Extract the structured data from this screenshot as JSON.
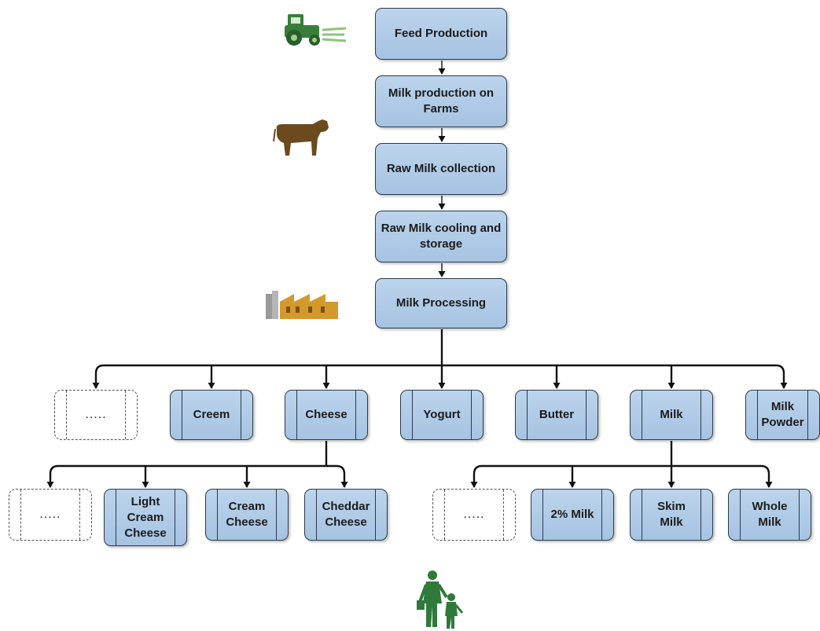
{
  "process_chain": [
    {
      "label": "Feed Production"
    },
    {
      "label": "Milk production on Farms"
    },
    {
      "label": "Raw Milk collection"
    },
    {
      "label": "Raw Milk cooling and storage"
    },
    {
      "label": "Milk Processing"
    }
  ],
  "products": [
    {
      "label": "....."
    },
    {
      "label": "Creem"
    },
    {
      "label": "Cheese"
    },
    {
      "label": "Yogurt"
    },
    {
      "label": "Butter"
    },
    {
      "label": "Milk"
    },
    {
      "label": "Milk Powder"
    }
  ],
  "cheese_types": [
    {
      "label": "....."
    },
    {
      "label": "Light Cream Cheese"
    },
    {
      "label": "Cream Cheese"
    },
    {
      "label": "Cheddar Cheese"
    }
  ],
  "milk_types": [
    {
      "label": "....."
    },
    {
      "label": "2% Milk"
    },
    {
      "label": "Skim Milk"
    },
    {
      "label": "Whole Milk"
    }
  ],
  "icons": {
    "tractor": "tractor-icon",
    "cow": "cow-icon",
    "factory": "factory-icon",
    "consumer": "family-icon"
  },
  "colors": {
    "box_fill": "#a9c6e4",
    "box_border": "#2b3a4c",
    "tractor": "#3a7d3a",
    "cow": "#6b4a1e",
    "factory": "#d39a2b",
    "consumer": "#2f7a3a"
  }
}
